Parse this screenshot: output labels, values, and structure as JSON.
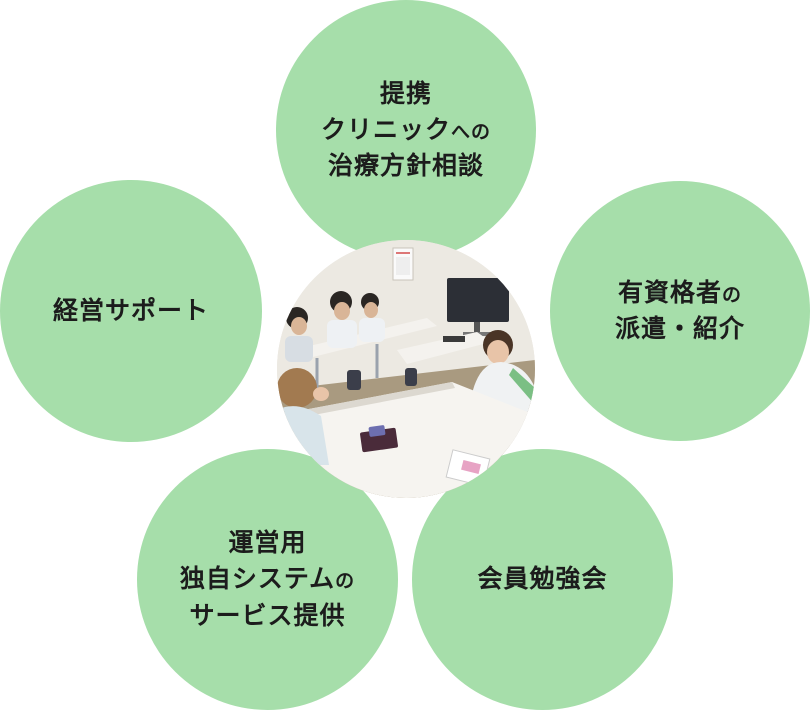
{
  "colors": {
    "bubble": "#a6deaa",
    "text": "#1c1c1c"
  },
  "bubbles": {
    "top": {
      "line1": "提携",
      "line2": "クリニック",
      "line2_small": "への",
      "line3": "治療方針相談"
    },
    "left": {
      "line1": "経営サポート"
    },
    "right": {
      "line1": "有資格者",
      "line1_small": "の",
      "line2": "派遣・紹介"
    },
    "bottom_left": {
      "line1": "運営用",
      "line2": "独自システム",
      "line2_small": "の",
      "line3": "サービス提供"
    },
    "bottom_right": {
      "line1": "会員勉強会"
    }
  },
  "photo": {
    "icon": "meeting-room-photo"
  }
}
